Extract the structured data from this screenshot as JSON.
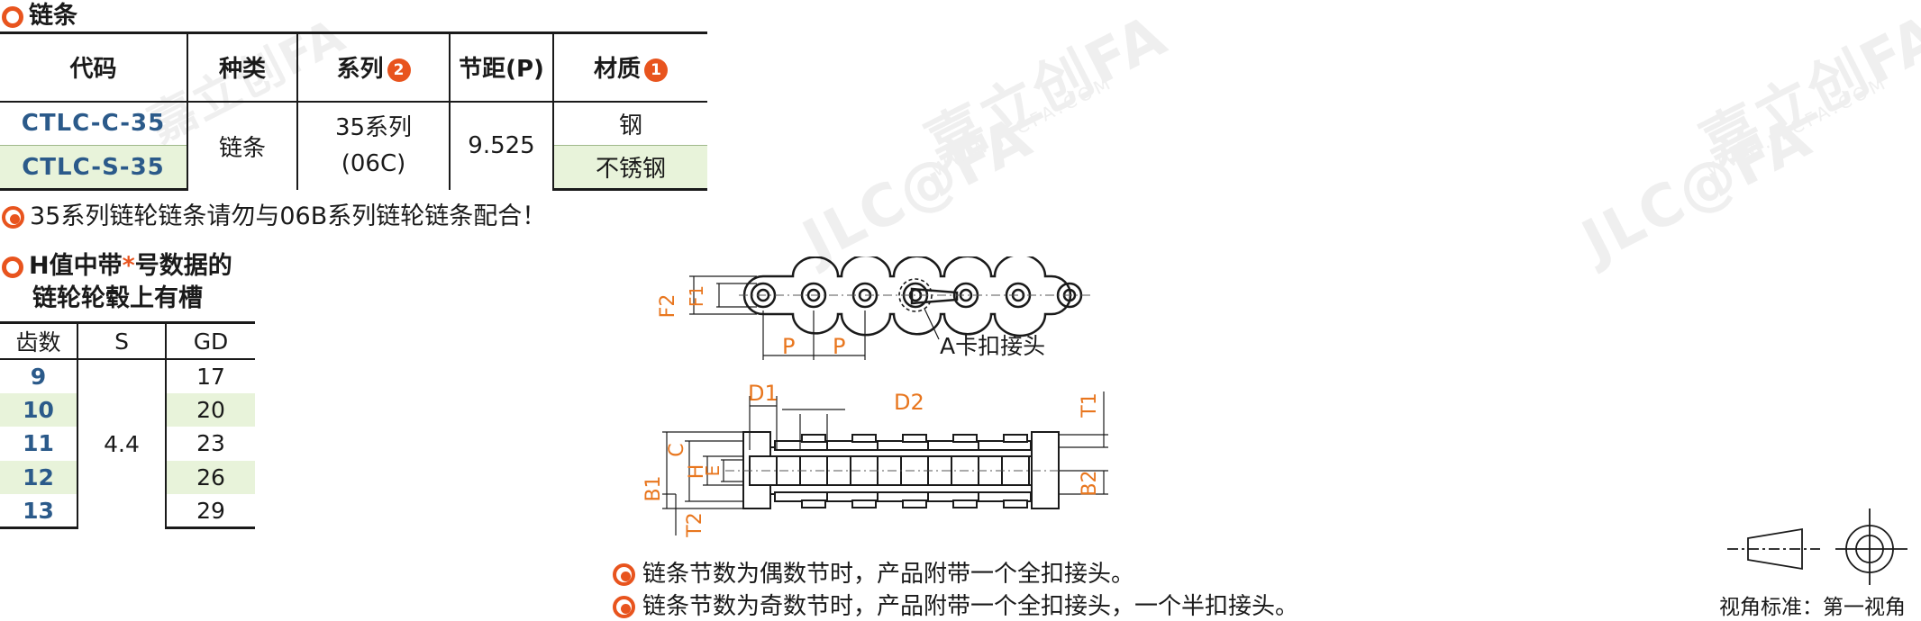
{
  "section": {
    "title": "链条"
  },
  "main_table": {
    "headers": [
      "代码",
      "种类",
      "系列",
      "节距(P)",
      "材质"
    ],
    "series_badge": "2",
    "material_badge": "1",
    "rows": [
      {
        "code": "CTLC-C-35",
        "material": "钢"
      },
      {
        "code": "CTLC-S-35",
        "material": "不锈钢"
      }
    ],
    "type": "链条",
    "series_line1": "35系列",
    "series_line2": "(06C)",
    "pitch": "9.525"
  },
  "notes": {
    "warning": "35系列链轮链条请勿与06B系列链轮链条配合！",
    "h_line1_prefix": "H值中带",
    "h_star": "*",
    "h_line1_suffix": "号数据的",
    "h_line2": "链轮轮毂上有槽"
  },
  "teeth_table": {
    "headers": [
      "齿数",
      "S",
      "GD"
    ],
    "rows": [
      {
        "teeth": "9",
        "gd": "17"
      },
      {
        "teeth": "10",
        "gd": "20"
      },
      {
        "teeth": "11",
        "gd": "23"
      },
      {
        "teeth": "12",
        "gd": "26"
      },
      {
        "teeth": "13",
        "gd": "29"
      }
    ],
    "s_value": "4.4"
  },
  "drawing": {
    "labels": {
      "f2": "F2",
      "f1": "F1",
      "p1": "P",
      "p2": "P",
      "a_joint": "A卡扣接头",
      "d1": "D1",
      "d2": "D2",
      "t1": "T1",
      "t2": "T2",
      "b1": "B1",
      "b2": "B2",
      "c": "C",
      "h": "H",
      "e": "E"
    }
  },
  "bottom_notes": [
    "链条节数为偶数节时，产品附带一个全扣接头。",
    "链条节数为奇数节时，产品附带一个全扣接头，一个半扣接头。"
  ],
  "projection": {
    "label": "视角标准：第一视角"
  },
  "watermark": {
    "brand": "嘉立创FA",
    "url": "WWW.JLCFA.COM",
    "logo": "JLC@FA"
  },
  "colors": {
    "accent": "#e8541e",
    "code_blue": "#2b5a8a",
    "row_green": "#e8f3da",
    "dim_orange": "#e8761e"
  }
}
